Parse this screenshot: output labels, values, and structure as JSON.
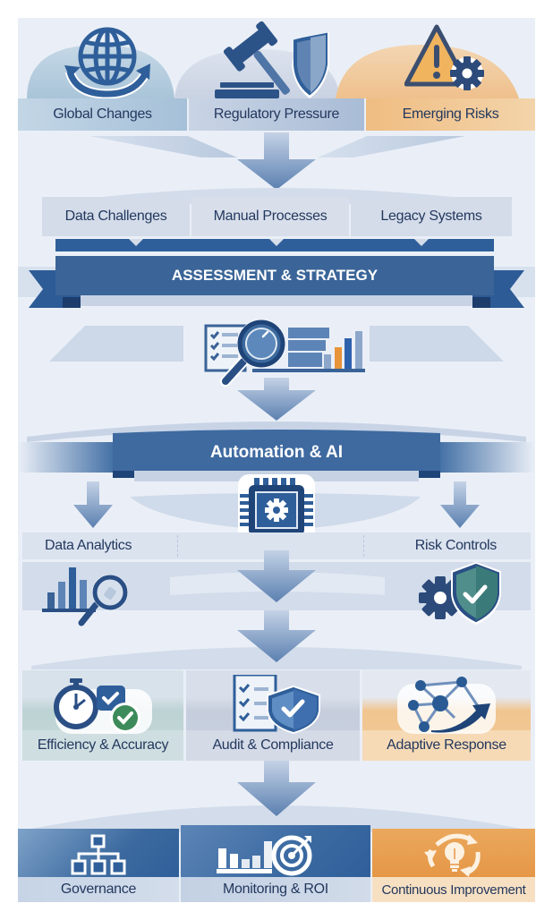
{
  "title": "Risk Transformation Flow",
  "colors": {
    "navy": "#1f4478",
    "blue": "#2f5f9a",
    "mid_blue": "#4a76ab",
    "light_blue": "#c9d7e8",
    "orange": "#e9a24f",
    "light_orange": "#f3d3a8",
    "green": "#3d8b5a",
    "teal": "#4f8e8b",
    "background": "#eaeff7",
    "text": "#23385e"
  },
  "drivers": [
    {
      "label": "Global Changes",
      "icon": "globe-arrows-icon"
    },
    {
      "label": "Regulatory Pressure",
      "icon": "gavel-shield-icon"
    },
    {
      "label": "Emerging Risks",
      "icon": "warning-gear-icon"
    }
  ],
  "challenges": [
    {
      "label": "Data Challenges"
    },
    {
      "label": "Manual Processes"
    },
    {
      "label": "Legacy Systems"
    }
  ],
  "assessment": {
    "label": "ASSESSMENT & STRATEGY",
    "icon": "checklist-magnifier-chart-icon"
  },
  "automation": {
    "label": "Automation & AI",
    "icon": "chip-gear-icon"
  },
  "capabilities": [
    {
      "label": "Data Analytics",
      "icon": "bar-chart-magnifier-icon"
    },
    {
      "label": "Risk Controls",
      "icon": "gear-shield-check-icon"
    }
  ],
  "outcomes": [
    {
      "label": "Efficiency & Accuracy",
      "icon": "stopwatch-check-icon"
    },
    {
      "label": "Audit & Compliance",
      "icon": "checklist-shield-icon"
    },
    {
      "label": "Adaptive Response",
      "icon": "network-arrow-icon"
    }
  ],
  "results": [
    {
      "label": "Governance",
      "icon": "org-chart-icon"
    },
    {
      "label": "Monitoring & ROI",
      "icon": "bar-chart-target-icon"
    },
    {
      "label": "Continuous Improvement",
      "icon": "lightbulb-cycle-icon"
    }
  ]
}
